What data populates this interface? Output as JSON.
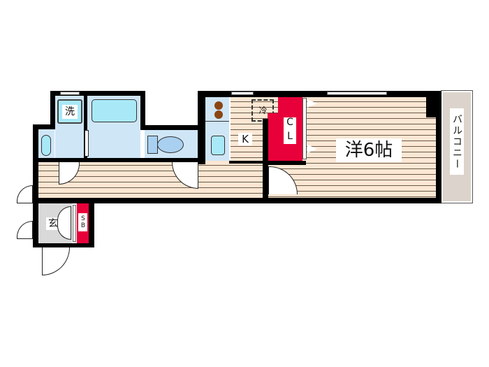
{
  "floor_plan": {
    "rooms": {
      "western_room": {
        "label": "洋6帖",
        "type": "Western-style room",
        "size_jo": 6
      },
      "closet": {
        "label": "CL"
      },
      "kitchen": {
        "label": "K"
      },
      "refrigerator": {
        "label": "冷"
      },
      "laundry": {
        "label": "洗"
      },
      "entrance": {
        "label": "玄"
      },
      "shoe_box": {
        "label": "SB"
      },
      "balcony": {
        "label": "バルコニー"
      }
    },
    "colors": {
      "wall": "#000000",
      "floor": "#fbe7d3",
      "floor_lines": "#6b5a4a",
      "wet_area": "#cfe6f7",
      "fixture": "#a9e9f7",
      "storage": "#e8003a",
      "entrance": "#d9d9d9",
      "balcony": "#dcd4cc",
      "stove": "#8b4513"
    }
  }
}
